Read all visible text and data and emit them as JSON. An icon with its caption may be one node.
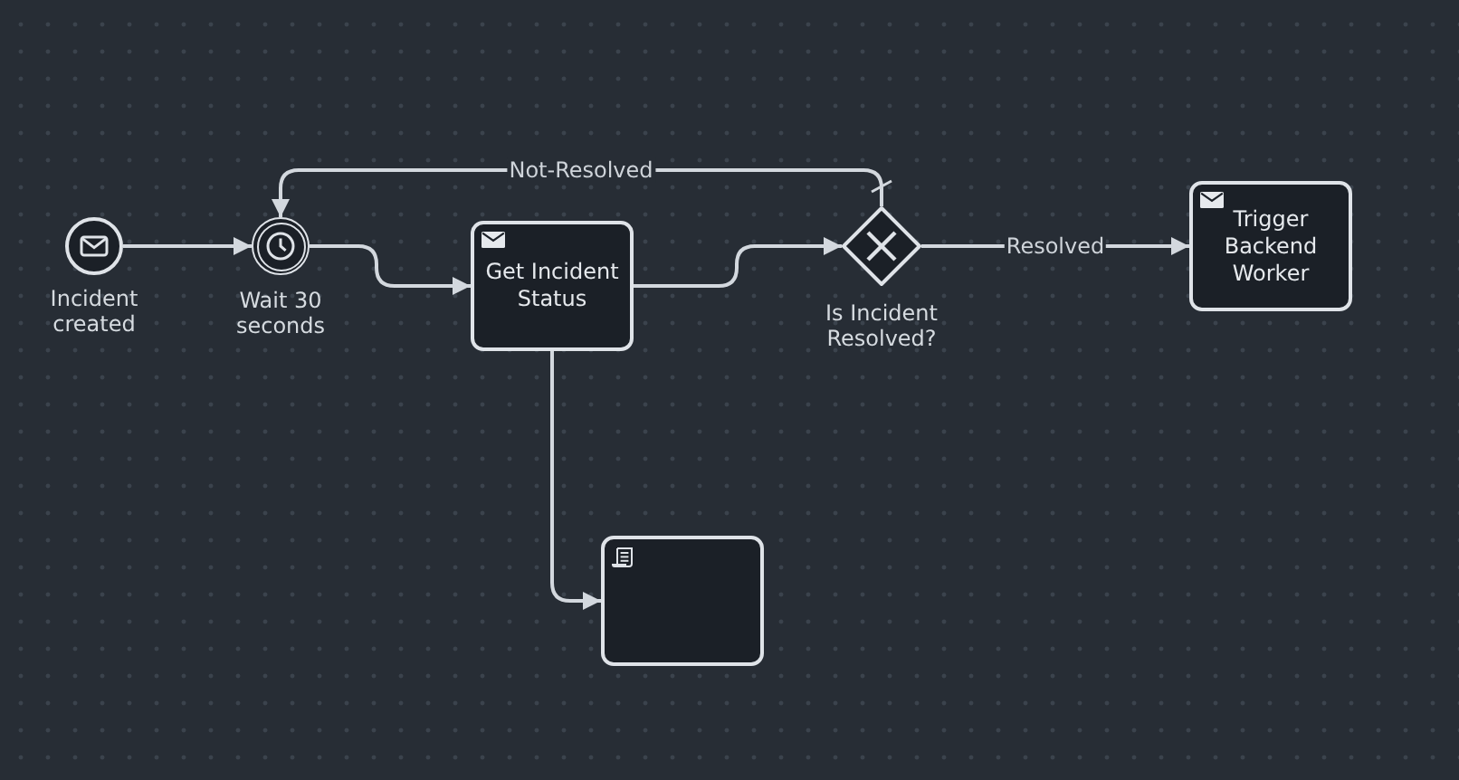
{
  "diagram": {
    "nodes": [
      {
        "text": [
          "Incident created"
        ]
      },
      {
        "text": [
          "Wait 30 seconds"
        ]
      },
      {
        "text": [
          "Get Incident Status"
        ]
      },
      {
        "text": [
          "Is Incident Resolved?"
        ]
      },
      {
        "text": [
          "Trigger Backend Worker"
        ]
      },
      {
        "text": [],
        "shape": "box"
      }
    ],
    "edges": [
      {
        "from": 0,
        "to": 1,
        "arrow": "to"
      },
      {
        "from": 1,
        "to": 2,
        "arrow": "to"
      },
      {
        "from": 2,
        "to": 3,
        "arrow": "to"
      },
      {
        "from": 3,
        "to": 1,
        "arrow": "to",
        "label": "Not-Resolved"
      },
      {
        "from": 3,
        "to": 4,
        "arrow": "to",
        "label": "Resolved"
      },
      {
        "from": 2,
        "to": 5,
        "arrow": "to"
      }
    ]
  }
}
